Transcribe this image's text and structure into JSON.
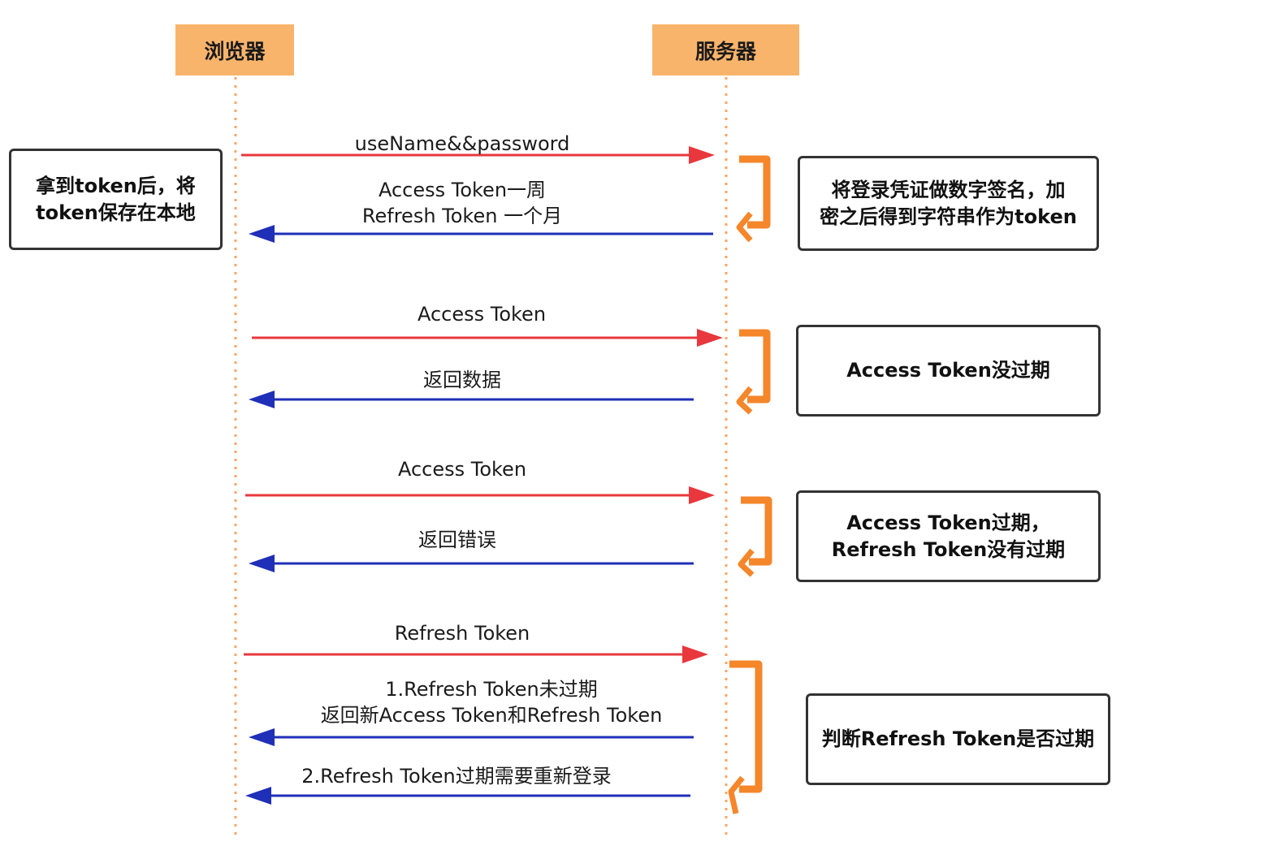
{
  "lifelines": {
    "browser": "浏览器",
    "server": "服务器"
  },
  "notes": {
    "browser_store": [
      "拿到token后，将",
      "token保存在本地"
    ],
    "sign_token": [
      "将登录凭证做数字签名，加",
      "密之后得到字符串作为token"
    ],
    "access_valid": [
      "Access Token没过期"
    ],
    "access_expired": [
      "Access Token过期，",
      "Refresh Token没有过期"
    ],
    "check_refresh": [
      "判断Refresh Token是否过期"
    ]
  },
  "messages": {
    "login": [
      "useName&&password"
    ],
    "token_reply": [
      "Access Token一周",
      "Refresh Token 一个月"
    ],
    "access_1": [
      "Access Token"
    ],
    "return_data": [
      "返回数据"
    ],
    "access_2": [
      "Access Token"
    ],
    "return_error": [
      "返回错误"
    ],
    "refresh": [
      "Refresh Token"
    ],
    "refresh_ok": [
      "1.Refresh Token未过期",
      "返回新Access Token和Refresh Token"
    ],
    "refresh_expired": [
      "2.Refresh Token过期需要重新登录"
    ]
  },
  "colors": {
    "request": "#e8383d",
    "response": "#1f2fb8",
    "lifeline": "#f6a66a",
    "bracket": "#f5862a",
    "header": "#f9b46b"
  }
}
